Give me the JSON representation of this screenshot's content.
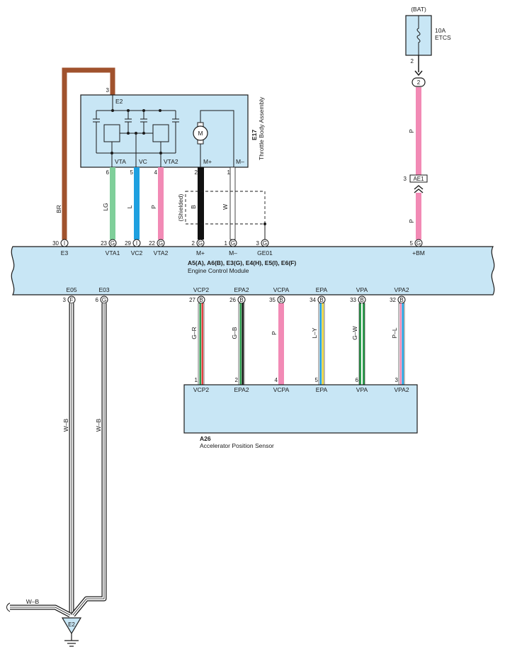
{
  "bat_label": "(BAT)",
  "fuse": {
    "rating": "10A",
    "name": "ETCS",
    "pin": "2"
  },
  "bm_connector": "2",
  "ae1": {
    "pin": "3",
    "label": "AE1"
  },
  "bm_wire_color_top": "P",
  "bm_wire_color_bottom": "P",
  "throttle": {
    "code": "E17",
    "name": "Throttle Body Assembly",
    "e2_pin": "3",
    "e2_label": "E2",
    "terminals": [
      {
        "pin": "6",
        "label": "VTA"
      },
      {
        "pin": "5",
        "label": "VC"
      },
      {
        "pin": "4",
        "label": "VTA2"
      },
      {
        "pin": "2",
        "label": "M+"
      },
      {
        "pin": "1",
        "label": "M–"
      }
    ],
    "motor_symbol": "M"
  },
  "shielded_label": "(Shielded)",
  "upper_wires": [
    {
      "color_code": "BR",
      "color": "#a0522d"
    },
    {
      "color_code": "LG",
      "color": "#7fcf9a"
    },
    {
      "color_code": "L",
      "color": "#1ea0e0"
    },
    {
      "color_code": "P",
      "color": "#f28ab5"
    },
    {
      "color_code": "B",
      "color": "#111111"
    },
    {
      "color_code": "W",
      "color": "#ffffff"
    }
  ],
  "ecm": {
    "connectors": "A5(A), A6(B), E3(G), E4(H), E5(I), E6(F)",
    "name": "Engine Control Module",
    "top_pins": [
      {
        "pin": "30",
        "type": "I",
        "label": "E3"
      },
      {
        "pin": "23",
        "type": "G",
        "label": "VTA1"
      },
      {
        "pin": "29",
        "type": "I",
        "label": "VC2"
      },
      {
        "pin": "22",
        "type": "G",
        "label": "VTA2"
      },
      {
        "pin": "2",
        "type": "G",
        "label": "M+"
      },
      {
        "pin": "1",
        "type": "G",
        "label": "M–"
      },
      {
        "pin": "3",
        "type": "G",
        "label": "GE01"
      },
      {
        "pin": "5",
        "type": "G",
        "label": "+BM"
      }
    ],
    "bottom_pins": [
      {
        "pin": "3",
        "type": "F",
        "label": "E05"
      },
      {
        "pin": "6",
        "type": "G",
        "label": "E03"
      },
      {
        "pin": "27",
        "type": "B",
        "label": "VCP2"
      },
      {
        "pin": "26",
        "type": "B",
        "label": "EPA2"
      },
      {
        "pin": "35",
        "type": "B",
        "label": "VCPA"
      },
      {
        "pin": "34",
        "type": "B",
        "label": "EPA"
      },
      {
        "pin": "33",
        "type": "B",
        "label": "VPA"
      },
      {
        "pin": "32",
        "type": "B",
        "label": "VPA2"
      }
    ]
  },
  "ground_wires": [
    {
      "color_code": "W–B"
    },
    {
      "color_code": "W–B"
    }
  ],
  "ground": {
    "label": "E2",
    "branch_color_code": "W–B"
  },
  "sensor_wires": [
    {
      "color_code": "G–R",
      "colors": [
        "#2e9e4f",
        "#e04040"
      ]
    },
    {
      "color_code": "G–B",
      "colors": [
        "#2e9e4f",
        "#111111"
      ]
    },
    {
      "color_code": "P",
      "colors": [
        "#f28ab5",
        "#f28ab5"
      ]
    },
    {
      "color_code": "L–Y",
      "colors": [
        "#1ea0e0",
        "#e6d23a"
      ]
    },
    {
      "color_code": "G–W",
      "colors": [
        "#2e9e4f",
        "#ffffff"
      ]
    },
    {
      "color_code": "P–L",
      "colors": [
        "#f28ab5",
        "#1ea0e0"
      ]
    }
  ],
  "aps": {
    "code": "A26",
    "name": "Accelerator Position Sensor",
    "terminals": [
      {
        "pin": "1",
        "label": "VCP2"
      },
      {
        "pin": "2",
        "label": "EPA2"
      },
      {
        "pin": "4",
        "label": "VCPA"
      },
      {
        "pin": "5",
        "label": "EPA"
      },
      {
        "pin": "6",
        "label": "VPA"
      },
      {
        "pin": "3",
        "label": "VPA2"
      }
    ]
  },
  "colors": {
    "box_fill": "#c8e6f5",
    "outline": "#1a1a1a"
  }
}
